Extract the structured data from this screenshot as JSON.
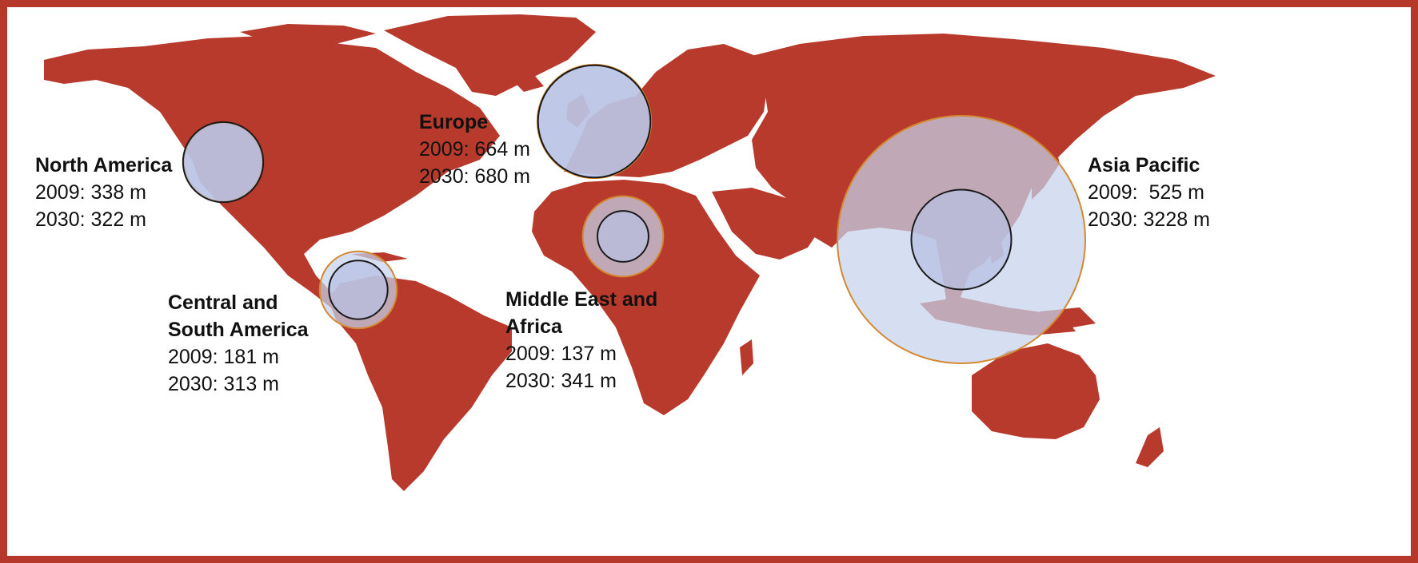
{
  "colors": {
    "land": "#b83a2c",
    "frame": "#b5382b",
    "ocean": "#ffffff",
    "bubble_2030_fill": "#c5d3ec",
    "bubble_2030_stroke": "#d4882f",
    "bubble_2009_fill": "#b7c1e3",
    "bubble_2009_stroke": "#1a1a1a"
  },
  "regions": [
    {
      "id": "north-america",
      "name": "North America",
      "line_2009": "2009: 338 m",
      "line_2030": "2030: 322 m",
      "value_2009": 338,
      "value_2030": 322
    },
    {
      "id": "europe",
      "name": "Europe",
      "line_2009": "2009: 664 m",
      "line_2030": "2030: 680 m",
      "value_2009": 664,
      "value_2030": 680
    },
    {
      "id": "asia-pacific",
      "name": "Asia Pacific",
      "line_2009": "2009:  525 m",
      "line_2030": "2030: 3228 m",
      "value_2009": 525,
      "value_2030": 3228
    },
    {
      "id": "central-south-america",
      "name_line1": "Central and",
      "name_line2": "South America",
      "line_2009": "2009: 181 m",
      "line_2030": "2030: 313 m",
      "value_2009": 181,
      "value_2030": 313
    },
    {
      "id": "middle-east-africa",
      "name_line1": "Middle East and",
      "name_line2": "Africa",
      "line_2009": "2009: 137 m",
      "line_2030": "2030: 341 m",
      "value_2009": 137,
      "value_2030": 341
    }
  ]
}
